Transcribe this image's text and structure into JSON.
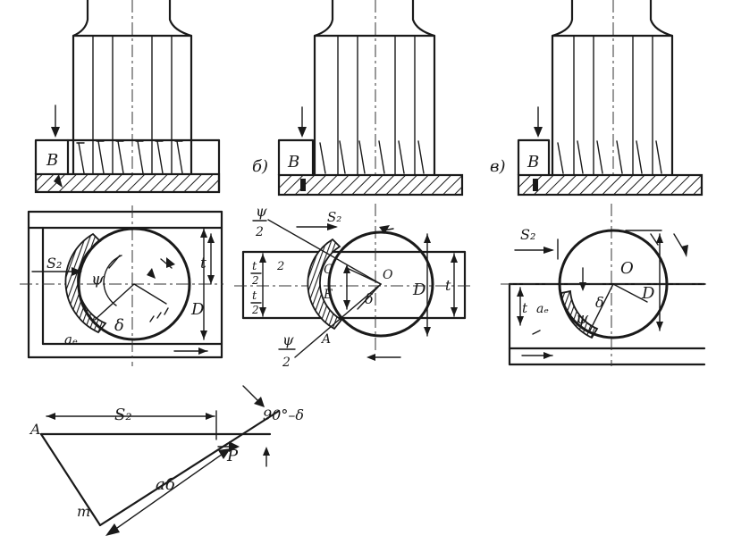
{
  "views": {
    "a": {
      "block_label": "B",
      "feed_label": "S₂",
      "angle_psi": "ψ",
      "angle_delta": "δ",
      "width_label": "t",
      "diameter_label": "D",
      "ae_label": "aₑ"
    },
    "b": {
      "view_letter": "б)",
      "block_label": "B",
      "psi_half_top": "ψ",
      "psi_half_top_den": "2",
      "feed_label": "S₂",
      "t_half_top": "t",
      "t_half_top_den": "2",
      "t_half_bot": "t",
      "t_half_bot_den": "2",
      "point_c": "C",
      "point_e": "E",
      "point_o": "O",
      "angle_delta": "δ",
      "diameter_label": "D",
      "width_label": "t",
      "point_a": "A",
      "psi_half_bot": "ψ",
      "psi_half_bot_den": "2"
    },
    "c": {
      "view_letter": "в)",
      "block_label": "B",
      "feed_label": "S₂",
      "point_o": "O",
      "angle_psi": "ψ",
      "angle_delta": "δ",
      "diameter_label": "D",
      "width_label": "t",
      "ae_label": "aₑ"
    }
  },
  "triangle": {
    "vertex_a": "A",
    "feed_label": "S₂",
    "angle_label": "90°–δ",
    "vertex_p": "P",
    "vertex_m": "m",
    "ae_label": "aб"
  }
}
